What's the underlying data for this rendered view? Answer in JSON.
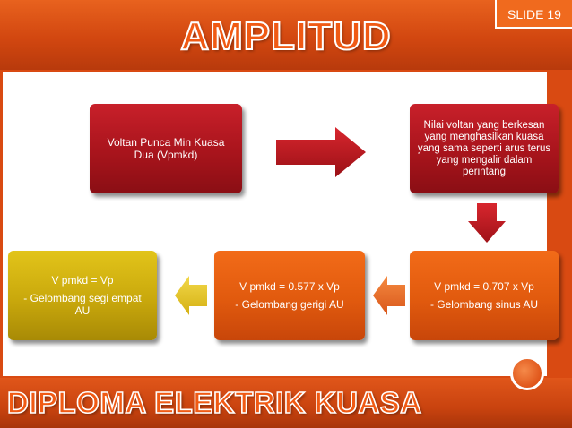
{
  "slide": {
    "number_label": "SLIDE 19",
    "title": "AMPLITUD",
    "footer": "DIPLOMA ELEKTRIK KUASA"
  },
  "boxes": {
    "vpmkd_definition": {
      "line1": "Voltan Punca Min  Kuasa",
      "line2": "Dua (Vpmkd)"
    },
    "description": {
      "text": "Nilai voltan yang berkesan yang menghasilkan kuasa yang sama seperti arus terus yang mengalir dalam perintang"
    },
    "sine": {
      "line1": "V pmkd = 0.707 x Vp",
      "line2": "- Gelombang sinus AU"
    },
    "sawtooth": {
      "line1": "V pmkd = 0.577 x Vp",
      "line2": "- Gelombang gerigi AU"
    },
    "square": {
      "line1": "V pmkd = Vp",
      "line2": "- Gelombang segi empat AU"
    }
  },
  "colors": {
    "band": "#d94a12",
    "red_box": "#b01820",
    "orange_box": "#e85d12",
    "yellow_box": "#d4b410",
    "arrow_red": "#c8202a",
    "arrow_orange": "#f07a30",
    "arrow_yellow": "#e8c830"
  }
}
